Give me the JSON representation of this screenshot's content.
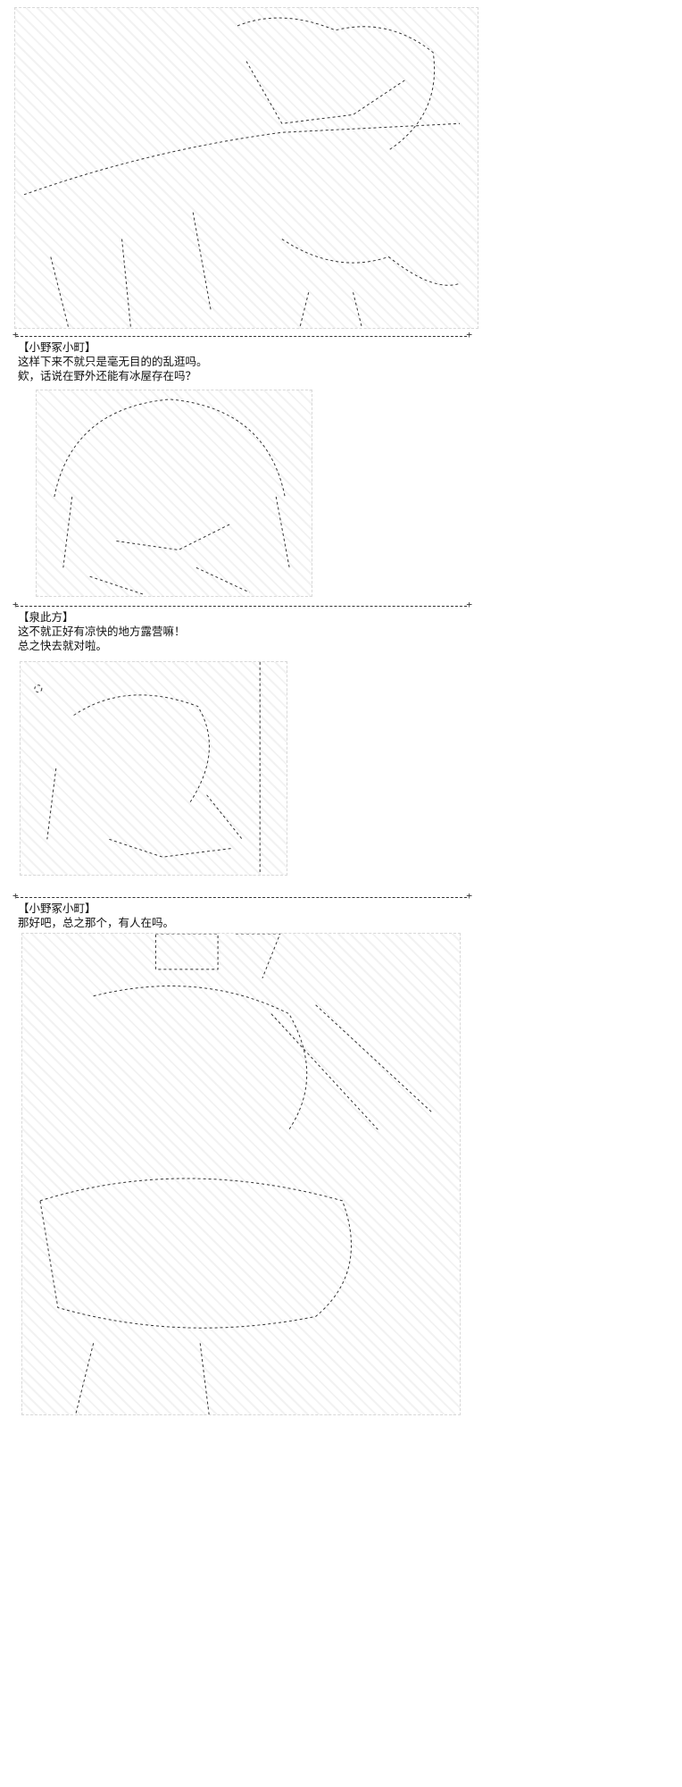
{
  "panels": [
    {
      "speaker": "【小野冢小町】",
      "lines": [
        "这样下来不就只是毫无目的的乱逛吗。",
        "欸，话说在野外还能有冰屋存在吗？"
      ]
    },
    {
      "speaker": "【泉此方】",
      "lines": [
        "这不就正好有凉快的地方露营嘛！",
        "总之快去就对啦。"
      ]
    },
    {
      "speaker": "【小野冢小町】",
      "lines": [
        "那好吧，总之那个，有人在吗。"
      ]
    }
  ]
}
